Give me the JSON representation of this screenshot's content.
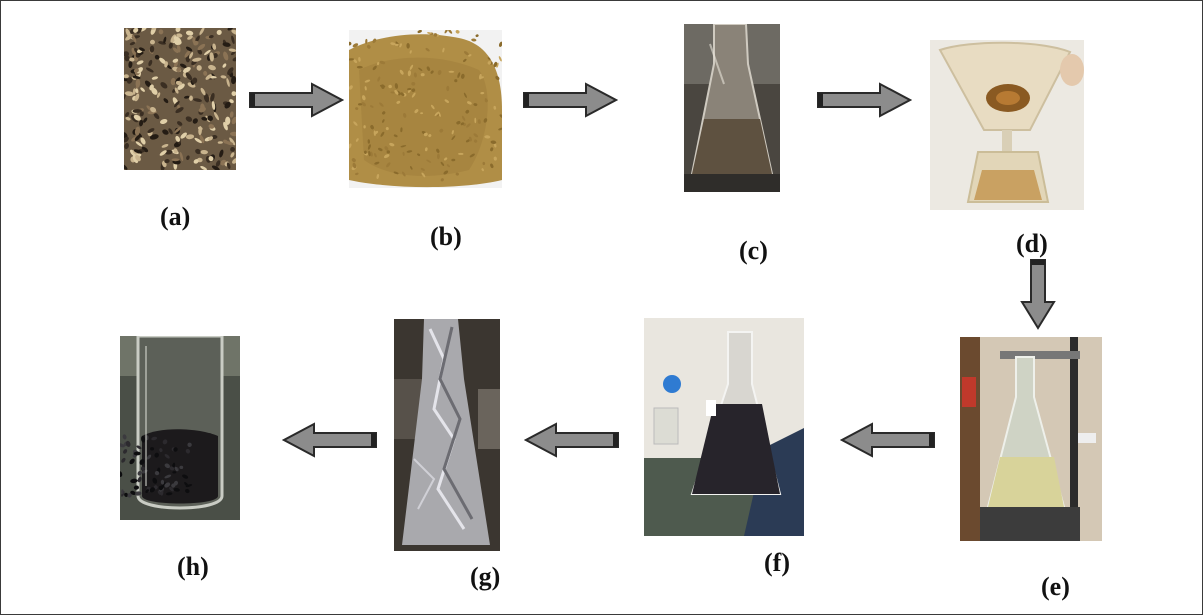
{
  "steps": [
    {
      "id": "a",
      "label": "(a)"
    },
    {
      "id": "b",
      "label": "(b)"
    },
    {
      "id": "c",
      "label": "(c)"
    },
    {
      "id": "d",
      "label": "(d)"
    },
    {
      "id": "e",
      "label": "(e)"
    },
    {
      "id": "f",
      "label": "(f)"
    },
    {
      "id": "g",
      "label": "(g)"
    },
    {
      "id": "h",
      "label": "(h)"
    }
  ],
  "colors": {
    "arrow_fill": "#8c8c8c",
    "arrow_stroke": "#2a2a2a",
    "frame": "#3a3a3a"
  }
}
